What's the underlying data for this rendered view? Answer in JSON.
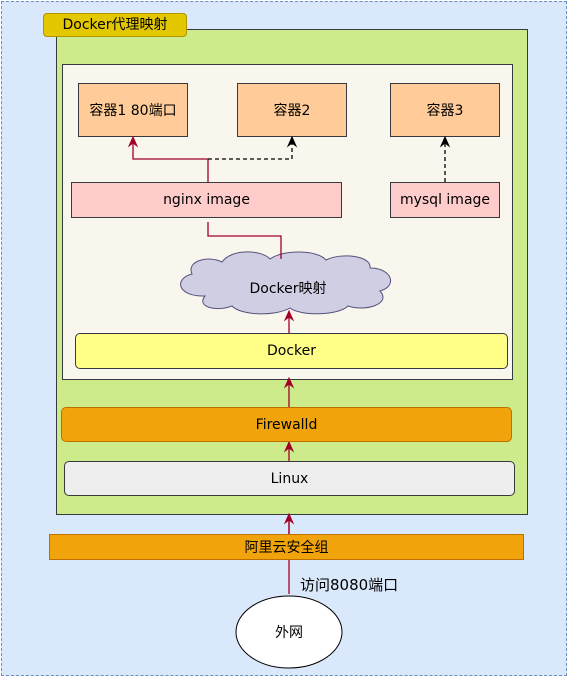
{
  "diagram": {
    "title": "Docker代理映射",
    "containers": [
      {
        "label": "容器1 80端口"
      },
      {
        "label": "容器2"
      },
      {
        "label": "容器3"
      }
    ],
    "images": {
      "nginx": "nginx image",
      "mysql": "mysql image"
    },
    "cloud_label": "Docker映射",
    "layers": {
      "docker": "Docker",
      "firewall": "Firewalld",
      "linux": "Linux",
      "aliyun": "阿里云安全组"
    },
    "external": "外网",
    "access_label": "访问8080端口",
    "colors": {
      "outer_bg": "#dae8fc",
      "green_bg": "#cdeb8b",
      "title_tag": "#e3c800",
      "container": "#ffcc99",
      "image": "#ffcccc",
      "docker": "#ffff88",
      "orange": "#f0a30a",
      "linux": "#eeeeee",
      "arrow": "#a20025",
      "cloud": "#d0cee2"
    }
  }
}
